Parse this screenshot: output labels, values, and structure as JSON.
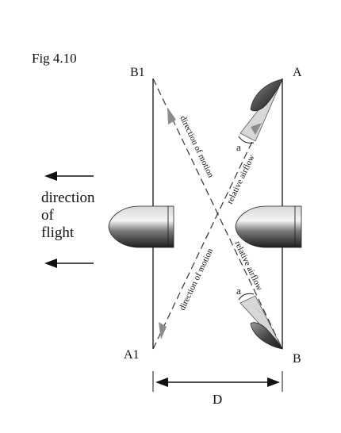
{
  "figure_label": "Fig 4.10",
  "points": {
    "a_top": "A",
    "b1": "B1",
    "a1": "A1",
    "b_bottom": "B"
  },
  "direction_of_flight": [
    "direction",
    "of",
    "flight"
  ],
  "lines": {
    "direction_of_motion": "direction of motion",
    "relative_airflow": "relative airflow"
  },
  "angle_label": "a",
  "distance_label": "D",
  "colors": {
    "line": "#111111",
    "dashed": "#333333",
    "arrowhead": "#8c8c8c",
    "angle_fill": "#d8d8d8"
  }
}
